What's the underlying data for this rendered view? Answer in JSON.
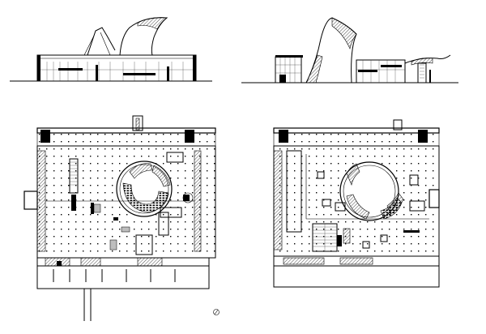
{
  "sheet": {
    "drawings": [
      {
        "id": "elevation-left",
        "kind": "elevation"
      },
      {
        "id": "elevation-right",
        "kind": "elevation"
      },
      {
        "id": "plan-left",
        "kind": "floor-plan"
      },
      {
        "id": "plan-right",
        "kind": "floor-plan"
      }
    ],
    "north_arrow_icon": "north-arrow-icon"
  }
}
